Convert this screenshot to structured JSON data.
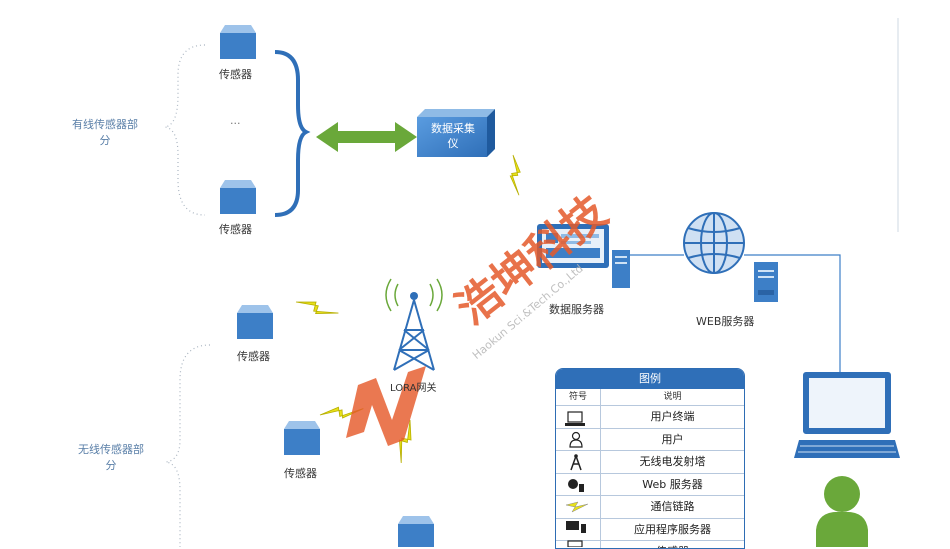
{
  "labels": {
    "sensor": "传感器",
    "ellipsis": "...",
    "wired_group": "有线传感器部\n分",
    "wireless_group": "无线传感器部\n分",
    "data_collector": "数据采集\n仪",
    "data_server": "数据服务器",
    "web_server": "WEB服务器",
    "lora_gateway": "LORA网关"
  },
  "legend": {
    "title": "图例",
    "col_symbol": "符号",
    "col_desc": "说明",
    "items": [
      {
        "icon": "terminal-icon",
        "label": "用户终端"
      },
      {
        "icon": "user-icon",
        "label": "用户"
      },
      {
        "icon": "radio-tower-icon",
        "label": "无线电发射塔"
      },
      {
        "icon": "web-server-icon",
        "label": "Web 服务器"
      },
      {
        "icon": "lightning-icon",
        "label": "通信链路"
      },
      {
        "icon": "app-server-icon",
        "label": "应用程序服务器"
      },
      {
        "icon": "sensor-icon",
        "label": "传感器"
      }
    ]
  },
  "watermark": {
    "cn": "浩坤科技",
    "en": "Haokun Sci.&Tech.Co.,Ltd"
  },
  "colors": {
    "sensor_blue": "#3d7fc7",
    "link_green": "#6aa83a",
    "bolt_yellow": "#e8e11a",
    "legend_header": "#2f6fb8",
    "group_text": "#5a7fa8"
  }
}
